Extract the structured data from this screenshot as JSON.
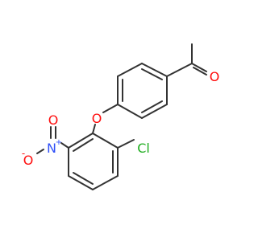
{
  "structure": {
    "atoms": {
      "carbonyl_oxygen": "O",
      "ether_oxygen": "O",
      "chlorine": "Cl",
      "nitro_nitrogen": "N",
      "nitro_nitrogen_charge": "+",
      "nitro_oxygen_double": "O",
      "nitro_oxygen_single": "O",
      "nitro_oxygen_charge": "-"
    },
    "colors": {
      "bond": "#333333",
      "oxygen": "#ff0d0d",
      "chlorine": "#1fad1f",
      "nitrogen": "#3050f8"
    }
  }
}
